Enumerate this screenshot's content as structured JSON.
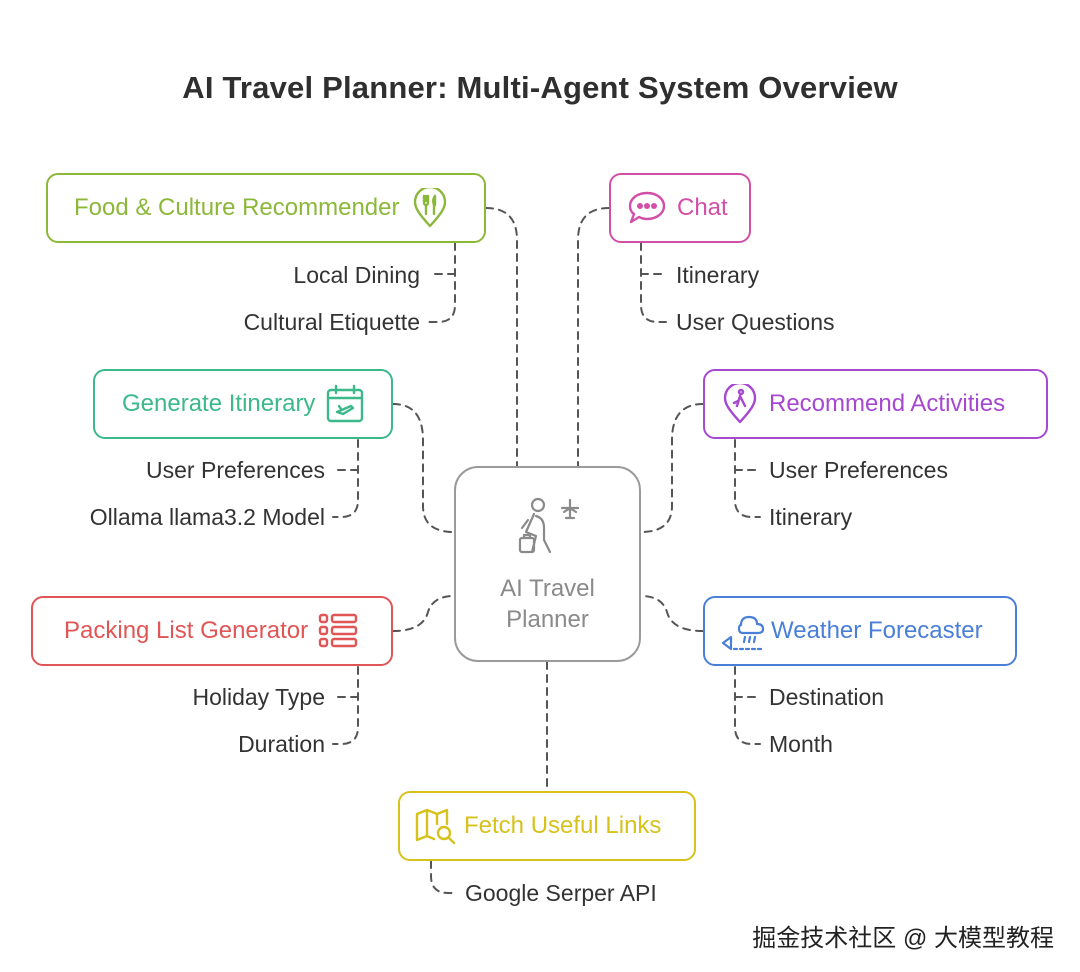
{
  "title": "AI Travel Planner: Multi-Agent System Overview",
  "center": {
    "line1": "AI Travel",
    "line2": "Planner",
    "icon": "traveler-with-plane-icon",
    "color": "#9a9a9a"
  },
  "nodes": {
    "food": {
      "label": "Food & Culture Recommender",
      "icon": "utensils-pin-icon",
      "color": "#8cb83a",
      "subs": [
        "Local Dining",
        "Cultural Etiquette"
      ]
    },
    "chat": {
      "label": "Chat",
      "icon": "chat-bubble-icon",
      "color": "#d24fa8",
      "subs": [
        "Itinerary",
        "User Questions"
      ]
    },
    "itinerary": {
      "label": "Generate Itinerary",
      "icon": "calendar-plane-icon",
      "color": "#3cb88a",
      "subs": [
        "User Preferences",
        "Ollama llama3.2 Model"
      ]
    },
    "activities": {
      "label": "Recommend Activities",
      "icon": "location-pin-hiker-icon",
      "color": "#a648d0",
      "subs": [
        "User Preferences",
        "Itinerary"
      ]
    },
    "packing": {
      "label": "Packing List Generator",
      "icon": "list-icon",
      "color": "#e05555",
      "subs": [
        "Holiday Type",
        "Duration"
      ]
    },
    "weather": {
      "label": "Weather Forecaster",
      "icon": "weather-cloud-rain-icon",
      "color": "#4a7fd8",
      "subs": [
        "Destination",
        "Month"
      ]
    },
    "links": {
      "label": "Fetch Useful Links",
      "icon": "map-search-icon",
      "color": "#d7c21c",
      "subs": [
        "Google Serper API"
      ]
    }
  },
  "watermark": "掘金技术社区 @ 大模型教程"
}
